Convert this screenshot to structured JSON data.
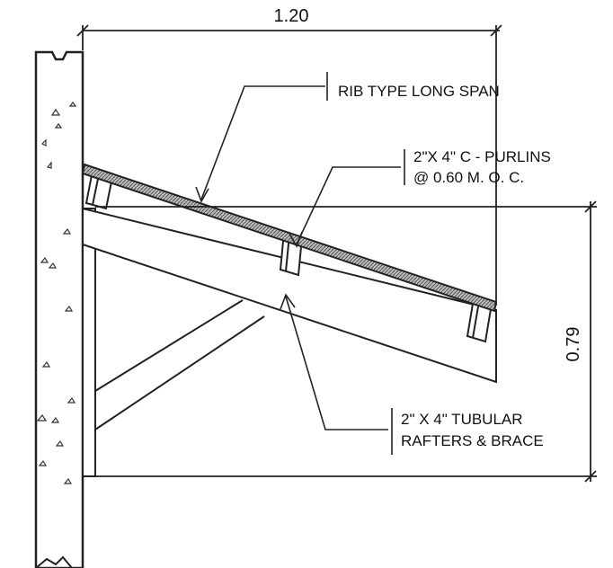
{
  "dimensions": {
    "horizontal": "1.20",
    "vertical": "0.79"
  },
  "labels": {
    "roofing": "RIB TYPE LONG SPAN",
    "purlins_line1": "2\"X 4\" C - PURLINS",
    "purlins_line2": "@ 0.60 M. O. C.",
    "rafters_line1": "2\" X 4\" TUBULAR",
    "rafters_line2": "RAFTERS & BRACE"
  }
}
